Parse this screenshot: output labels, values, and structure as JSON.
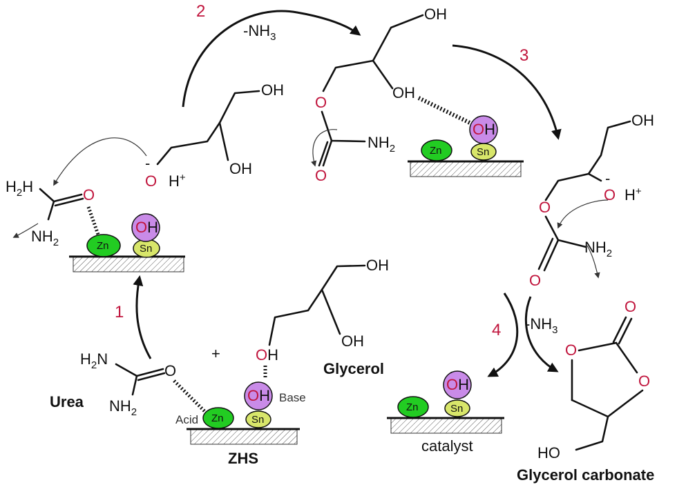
{
  "steps": [
    "1",
    "2",
    "3",
    "4"
  ],
  "labels": {
    "nh3_top": "-NH",
    "nh3_right": "-NH",
    "nh3_sub": "3",
    "urea": "Urea",
    "glycerol": "Glycerol",
    "zhs": "ZHS",
    "catalyst": "catalyst",
    "glycerol_carbonate": "Glycerol carbonate",
    "acid": "Acid",
    "base": "Base",
    "plus": "+",
    "h_plus": "H",
    "plus_sup": "+"
  },
  "atoms": {
    "zn": "Zn",
    "sn": "Sn",
    "oh": "OH",
    "o": "O",
    "h": "H",
    "h2n": "H",
    "nh2": "NH",
    "two": "2",
    "ho": "HO",
    "minus": "-"
  },
  "colors": {
    "zn_fill": "#22cc22",
    "sn_fill": "#d8e66a",
    "oh_fill": "#c98be8",
    "oxygen": "#c0143c",
    "step_number": "#c0143c"
  }
}
